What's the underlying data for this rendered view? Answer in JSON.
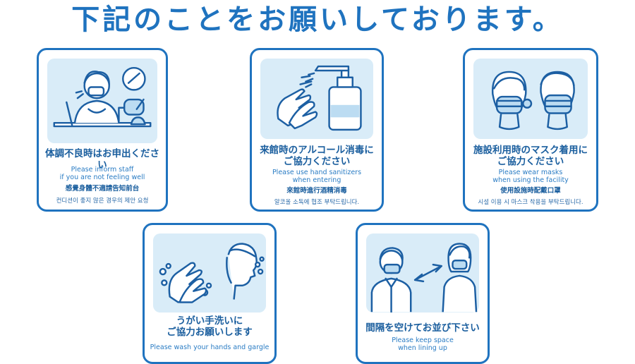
{
  "title": "下記のことをお願いしております。",
  "colors": {
    "primary": "#1f73bf",
    "panel": "#d9ecf8"
  },
  "cards": [
    {
      "icon": "sick-person-icon",
      "ja": "体調不良時はお申出ください",
      "en": "Please inform staff\nif you are not feeling well",
      "zh": "感覺身體不適請告知前台",
      "ko": "컨디션이 좋지 않은 경우의 제안 요청"
    },
    {
      "icon": "hand-sanitizer-icon",
      "ja": "来館時のアルコール消毒に\nご協力ください",
      "en": "Please use hand sanitizers\nwhen entering",
      "zh": "來館時進行酒精消毒",
      "ko": "알코올 소독에 협조 부탁드립니다."
    },
    {
      "icon": "face-mask-icon",
      "ja": "施設利用時のマスク着用に\nご協力ください",
      "en": "Please wear masks\nwhen using the facility",
      "zh": "使用設施時配戴口罩",
      "ko": "시설 이용 시 마스크 착용을 부탁드립니다."
    },
    {
      "icon": "hand-wash-gargle-icon",
      "ja": "うがい手洗いに\nご協力お願いします",
      "en": "Please wash your hands and gargle",
      "zh": "",
      "ko": ""
    },
    {
      "icon": "social-distance-icon",
      "ja": "間隔を空けてお並び下さい",
      "en": "Please keep space\nwhen lining up",
      "zh": "",
      "ko": ""
    }
  ]
}
